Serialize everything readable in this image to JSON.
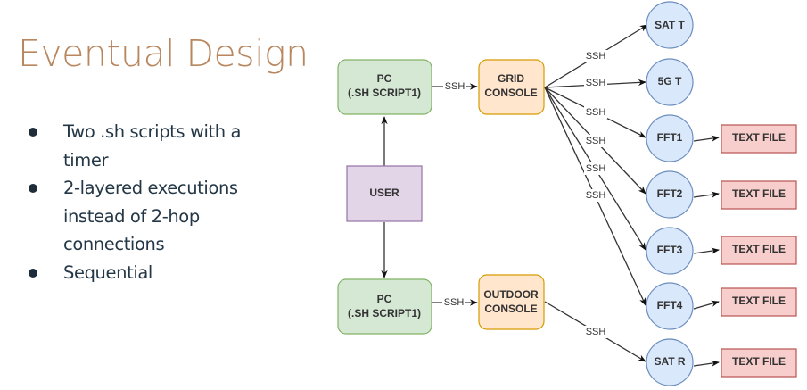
{
  "slide": {
    "title": "Eventual Design",
    "bullets": [
      "Two .sh scripts with a timer",
      "2-layered executions instead of 2-hop connections",
      "Sequential"
    ]
  },
  "diagram": {
    "colors": {
      "pc_fill": "#d5e8d4",
      "pc_stroke": "#82b366",
      "console_fill": "#ffe6cc",
      "console_stroke": "#d79b00",
      "user_fill": "#e1d5e7",
      "user_stroke": "#9673a6",
      "circle_fill": "#dae8fc",
      "circle_stroke": "#6c8ebf",
      "file_fill": "#f8cecc",
      "file_stroke": "#b85450",
      "edge": "#333333"
    },
    "nodes": {
      "pc_top": {
        "line1": "PC",
        "line2": "(.SH SCRIPT1)"
      },
      "pc_bottom": {
        "line1": "PC",
        "line2": "(.SH SCRIPT1)"
      },
      "user": {
        "label": "USER"
      },
      "grid_console": {
        "line1": "GRID",
        "line2": "CONSOLE"
      },
      "outdoor_console": {
        "line1": "OUTDOOR",
        "line2": "CONSOLE"
      },
      "sat_t": {
        "label": "SAT T"
      },
      "5g_t": {
        "label": "5G T"
      },
      "fft1": {
        "label": "FFT1"
      },
      "fft2": {
        "label": "FFT2"
      },
      "fft3": {
        "label": "FFT3"
      },
      "fft4": {
        "label": "FFT4"
      },
      "sat_r": {
        "label": "SAT R"
      },
      "file1": {
        "label": "TEXT FILE"
      },
      "file2": {
        "label": "TEXT FILE"
      },
      "file3": {
        "label": "TEXT FILE"
      },
      "file4": {
        "label": "TEXT FILE"
      },
      "file5": {
        "label": "TEXT FILE"
      }
    },
    "edge_label": "SSH"
  }
}
